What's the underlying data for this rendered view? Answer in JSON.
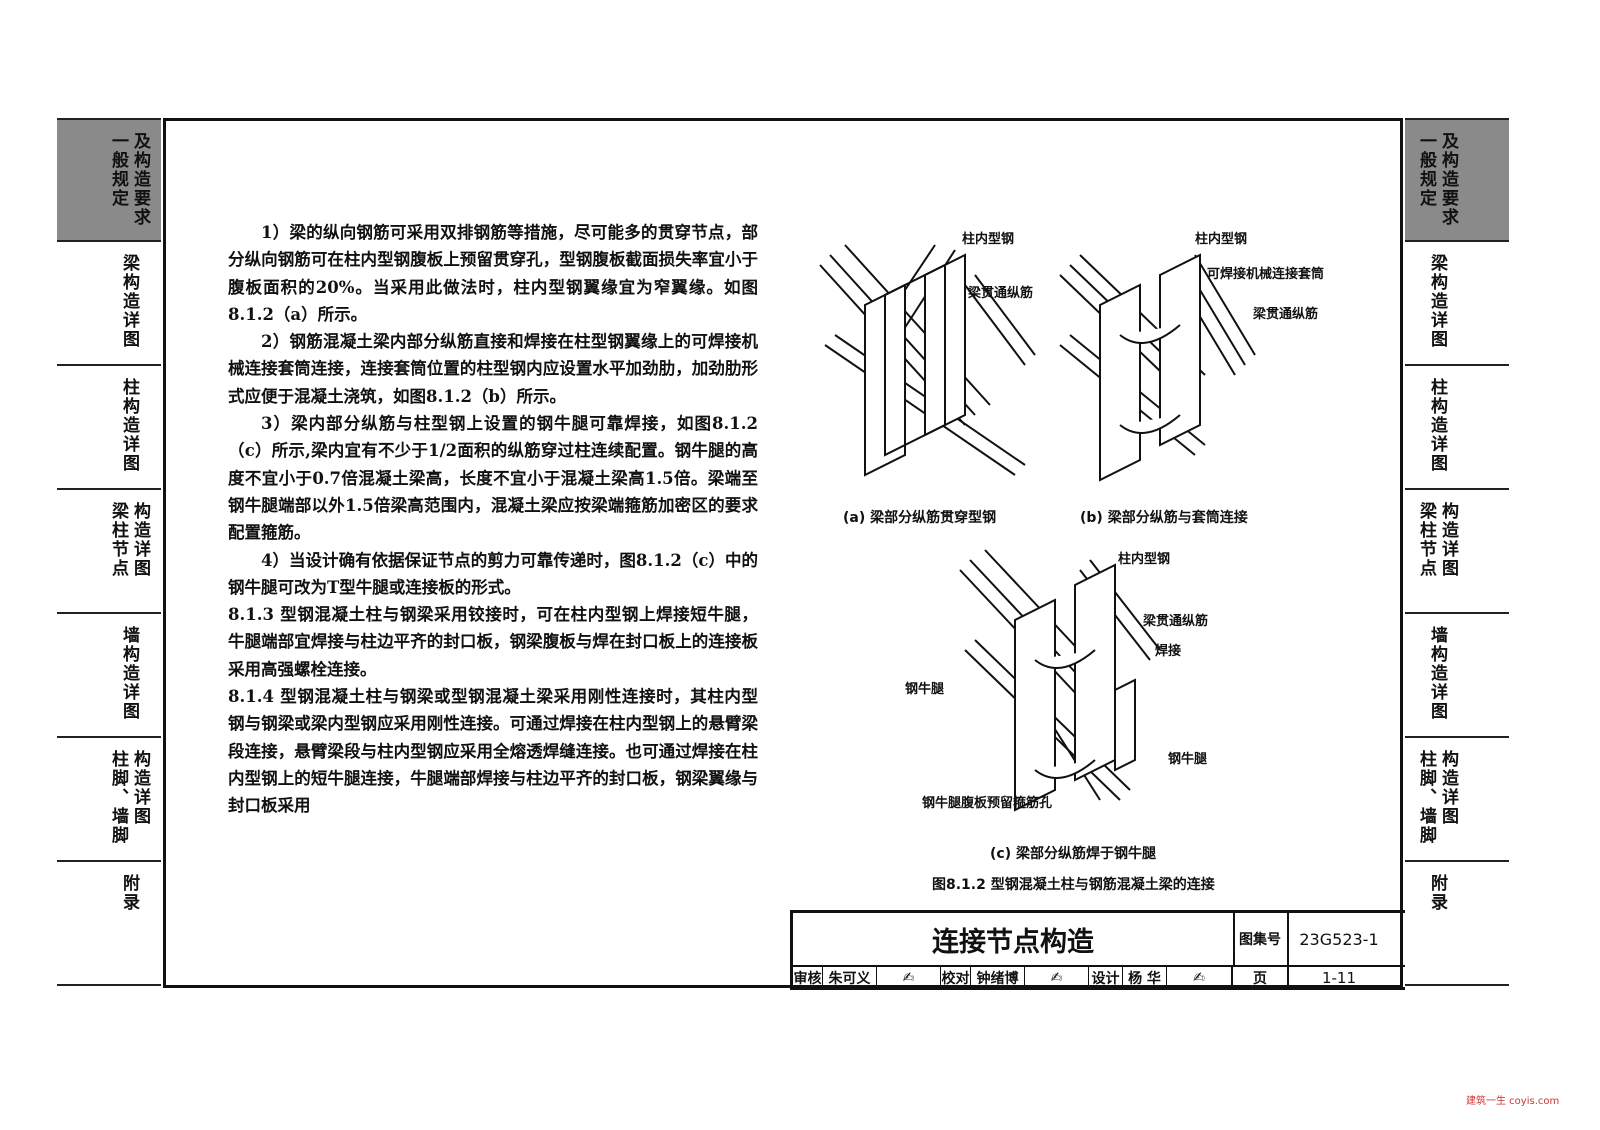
{
  "tabs": [
    {
      "cols": [
        "一般规定",
        "及构造要求"
      ]
    },
    {
      "cols": [
        "梁构造详图"
      ]
    },
    {
      "cols": [
        "柱构造详图"
      ]
    },
    {
      "cols": [
        "梁柱节点",
        "构造详图"
      ]
    },
    {
      "cols": [
        "墙构造详图"
      ]
    },
    {
      "cols": [
        "柱脚、墙脚",
        "构造详图"
      ]
    },
    {
      "cols": [
        "附录"
      ]
    }
  ],
  "body": [
    "1）梁的纵向钢筋可采用双排钢筋等措施，尽可能多的贯穿节点，部分纵向钢筋可在柱内型钢腹板上预留贯穿孔，型钢腹板截面损失率宜小于腹板面积的20%。当采用此做法时，柱内型钢翼缘宜为窄翼缘。如图8.1.2（a）所示。",
    "2）钢筋混凝土梁内部分纵筋直接和焊接在柱型钢翼缘上的可焊接机械连接套筒连接，连接套筒位置的柱型钢内应设置水平加劲肋，加劲肋形式应便于混凝土浇筑，如图8.1.2（b）所示。",
    "3）梁内部分纵筋与柱型钢上设置的钢牛腿可靠焊接，如图8.1.2（c）所示,梁内宜有不少于1/2面积的纵筋穿过柱连续配置。钢牛腿的高度不宜小于0.7倍混凝土梁高，长度不宜小于混凝土梁高1.5倍。梁端至钢牛腿端部以外1.5倍梁高范围内，混凝土梁应按梁端箍筋加密区的要求配置箍筋。",
    "4）当设计确有依据保证节点的剪力可靠传递时，图8.1.2（c）中的钢牛腿可改为T型牛腿或连接板的形式。",
    "8.1.3 型钢混凝土柱与钢梁采用铰接时，可在柱内型钢上焊接短牛腿，牛腿端部宜焊接与柱边平齐的封口板，钢梁腹板与焊在封口板上的连接板采用高强螺栓连接。",
    "8.1.4 型钢混凝土柱与钢梁或型钢混凝土梁采用刚性连接时，其柱内型钢与钢梁或梁内型钢应采用刚性连接。可通过焊接在柱内型钢上的悬臂梁段连接，悬臂梁段与柱内型钢应采用全熔透焊缝连接。也可通过焊接在柱内型钢上的短牛腿连接，牛腿端部焊接与柱边平齐的封口板，钢梁翼缘与封口板采用"
  ],
  "figures": {
    "a": {
      "labels": [
        "柱内型钢",
        "梁贯通纵筋"
      ],
      "caption": "(a)  梁部分纵筋贯穿型钢"
    },
    "b": {
      "labels": [
        "柱内型钢",
        "可焊接机械连接套筒",
        "梁贯通纵筋"
      ],
      "caption": "(b)  梁部分纵筋与套筒连接"
    },
    "c": {
      "labels": [
        "柱内型钢",
        "梁贯通纵筋",
        "焊接",
        "钢牛腿",
        "钢牛腿",
        "钢牛腿腹板预留箍筋孔"
      ],
      "caption": "(c)  梁部分纵筋焊于钢牛腿"
    },
    "title": "图8.1.2  型钢混凝土柱与钢筋混凝土梁的连接"
  },
  "titleblock": {
    "title": "连接节点构造",
    "atlas_label": "图集号",
    "atlas_no": "23G523-1",
    "review_label": "审核",
    "reviewer": "朱可义",
    "check_label": "校对",
    "checker": "钟绪博",
    "design_label": "设计",
    "designer": "杨 华",
    "page_label": "页",
    "page_no": "1-11"
  },
  "watermark": "建筑一生 coyis.com"
}
